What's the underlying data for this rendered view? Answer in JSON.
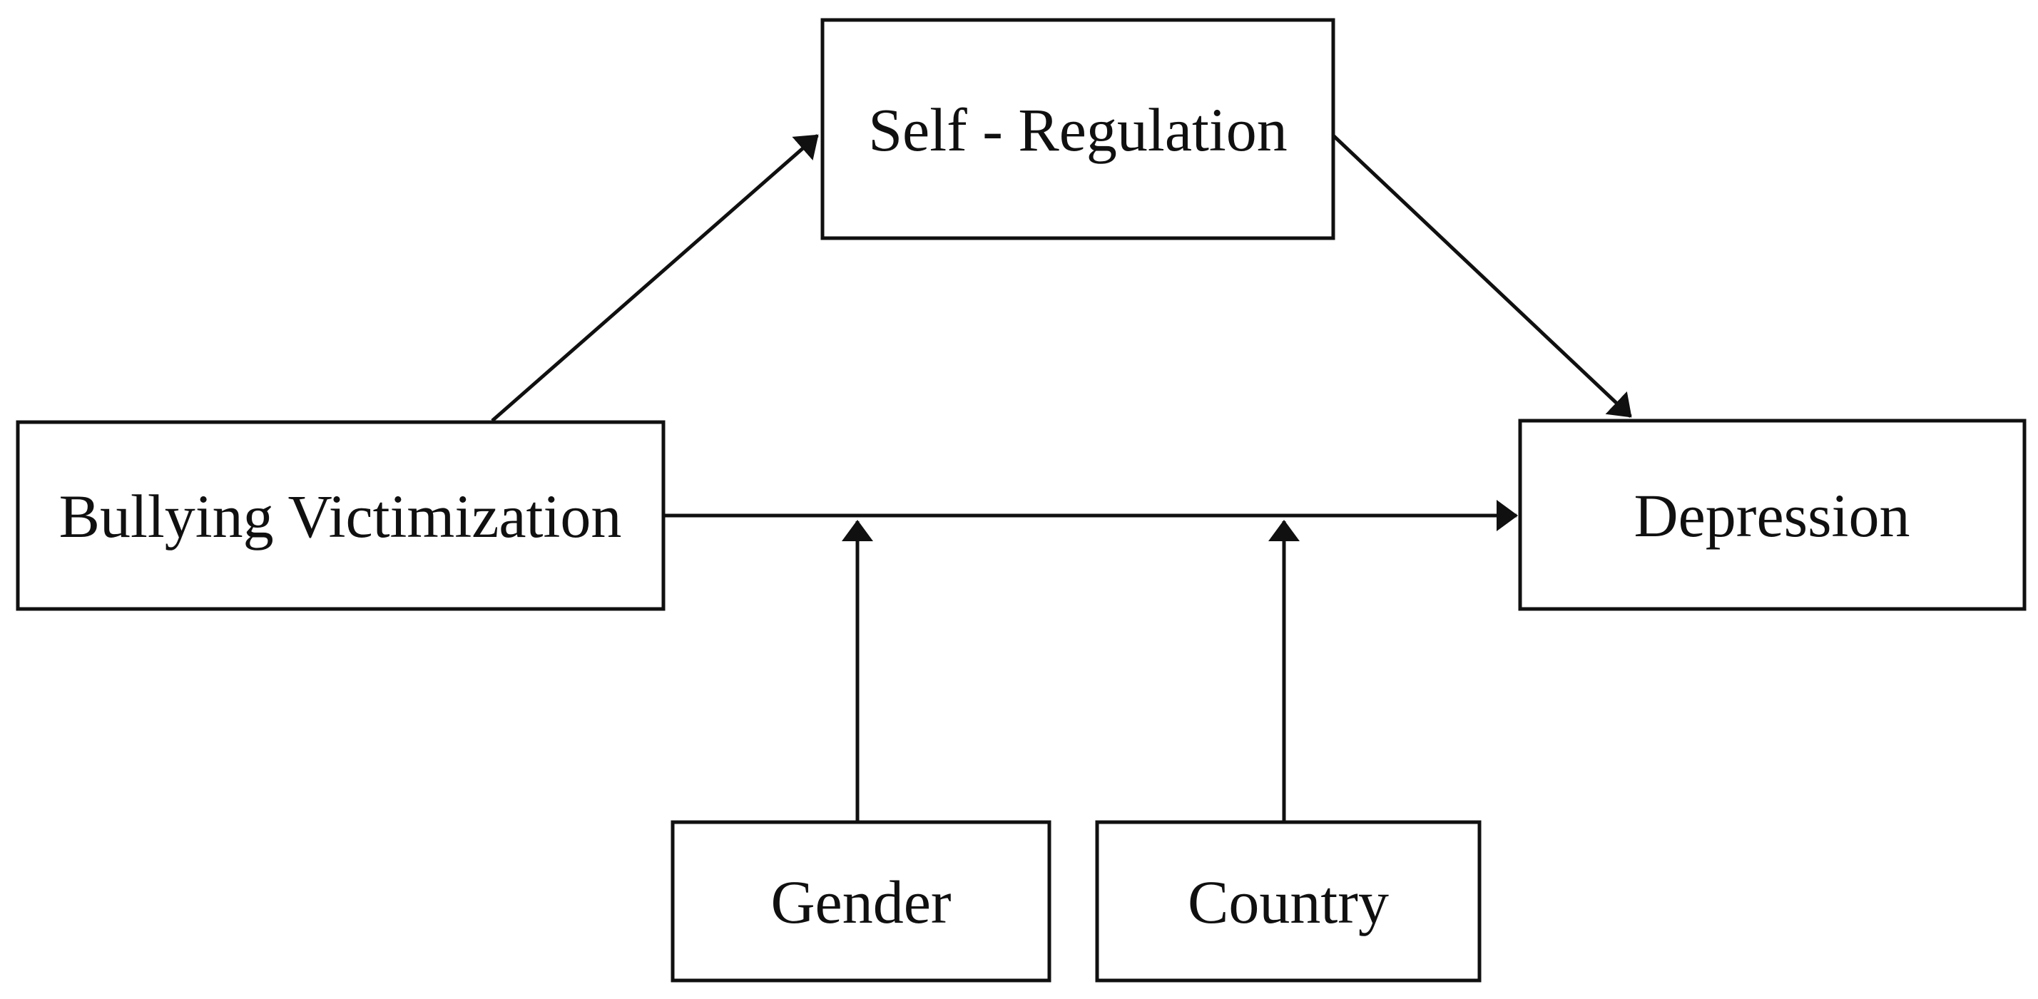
{
  "figure": {
    "type": "path-diagram",
    "background_color": "#ffffff",
    "stroke_color": "#101010",
    "text_color": "#101010",
    "nodes": {
      "bullying_victimization": {
        "label": "Bullying Victimization"
      },
      "self_regulation": {
        "label": "Self - Regulation"
      },
      "depression": {
        "label": "Depression"
      },
      "gender": {
        "label": "Gender"
      },
      "country": {
        "label": "Country"
      }
    },
    "edges": [
      {
        "from": "bullying_victimization",
        "to": "self_regulation",
        "style": "arrow"
      },
      {
        "from": "self_regulation",
        "to": "depression",
        "style": "arrow"
      },
      {
        "from": "bullying_victimization",
        "to": "depression",
        "style": "arrow"
      },
      {
        "from": "gender",
        "to": "bullying_victimization-depression-path",
        "style": "arrow",
        "role": "moderator"
      },
      {
        "from": "country",
        "to": "bullying_victimization-depression-path",
        "style": "arrow",
        "role": "moderator"
      }
    ]
  }
}
